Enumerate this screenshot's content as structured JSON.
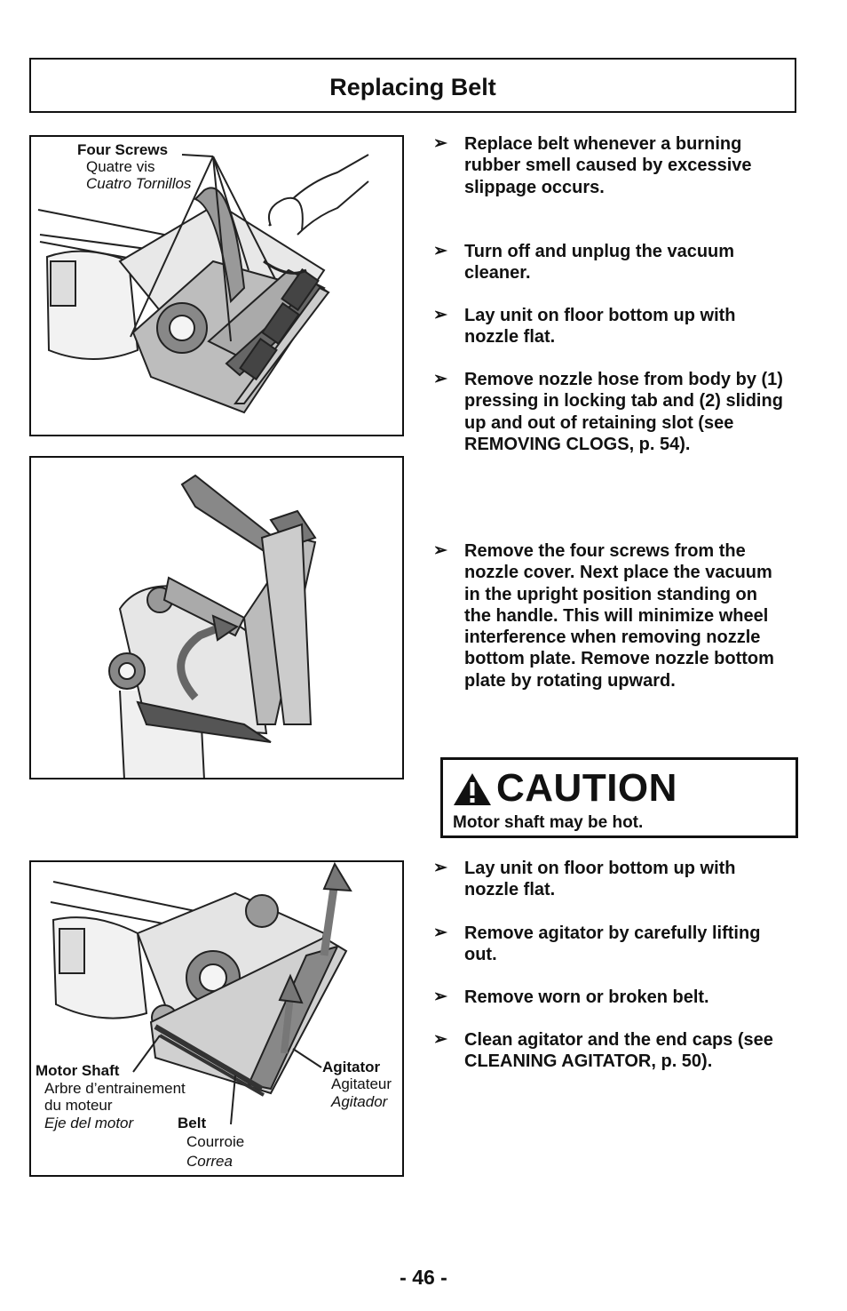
{
  "header": {
    "title": "Replacing Belt"
  },
  "figure1": {
    "labels": {
      "screws_en": "Four Screws",
      "screws_fr": "Quatre vis",
      "screws_es": "Cuatro Tornillos"
    }
  },
  "figure3": {
    "labels": {
      "shaft_en": "Motor Shaft",
      "shaft_fr_1": "Arbre d’entrainement",
      "shaft_fr_2": "du moteur",
      "shaft_es": "Eje del motor",
      "belt_en": "Belt",
      "belt_fr": "Courroie",
      "belt_es": "Correa",
      "agitator_en": "Agitator",
      "agitator_fr": "Agitateur",
      "agitator_es": "Agitador"
    }
  },
  "bullet_glyph": "➢",
  "steps": [
    "Replace belt whenever a burning rubber smell caused by excessive slippage occurs.",
    "Turn off and unplug the vacuum cleaner.",
    "Lay unit on floor bottom up with nozzle flat.",
    "Remove nozzle hose from body by (1) pressing in locking tab and (2) sliding up and out of retaining slot (see REMOVING CLOGS, p. 54).",
    "Remove the four screws from the nozzle cover. Next place the vacuum in the upright position standing on the handle. This will minimize wheel interference when removing nozzle bottom plate. Remove nozzle bottom plate by rotating upward.",
    "Lay unit on floor bottom up with nozzle flat.",
    "Remove agitator by carefully lifting out.",
    "Remove worn or broken belt.",
    "Clean agitator and the end caps (see CLEANING AGITATOR, p. 50)."
  ],
  "caution": {
    "word": "CAUTION",
    "message": "Motor shaft may be hot."
  },
  "footer": {
    "page_number": "- 46 -"
  }
}
